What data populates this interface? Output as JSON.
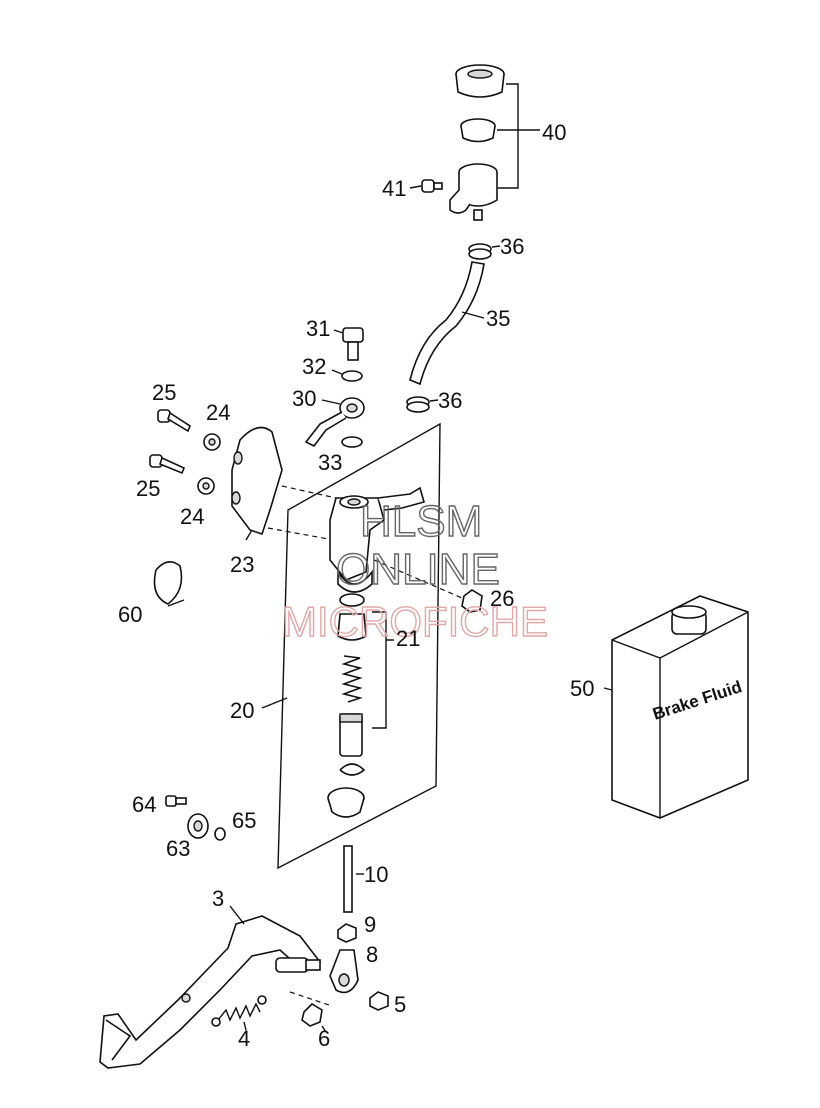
{
  "callouts": {
    "c40": "40",
    "c41": "41",
    "c36a": "36",
    "c35": "35",
    "c31": "31",
    "c32": "32",
    "c30": "30",
    "c36b": "36",
    "c33": "33",
    "c25a": "25",
    "c24a": "24",
    "c25b": "25",
    "c24b": "24",
    "c23": "23",
    "c60": "60",
    "c26": "26",
    "c21": "21",
    "c20": "20",
    "c50": "50",
    "c64": "64",
    "c65": "65",
    "c63": "63",
    "c10": "10",
    "c9": "9",
    "c3": "3",
    "c8": "8",
    "c5": "5",
    "c4": "4",
    "c6": "6"
  },
  "brake_fluid_label": "Brake Fluid",
  "watermark": {
    "line1": "HLSM",
    "line2": "ONLINE",
    "line3": "MICROFICHE"
  }
}
